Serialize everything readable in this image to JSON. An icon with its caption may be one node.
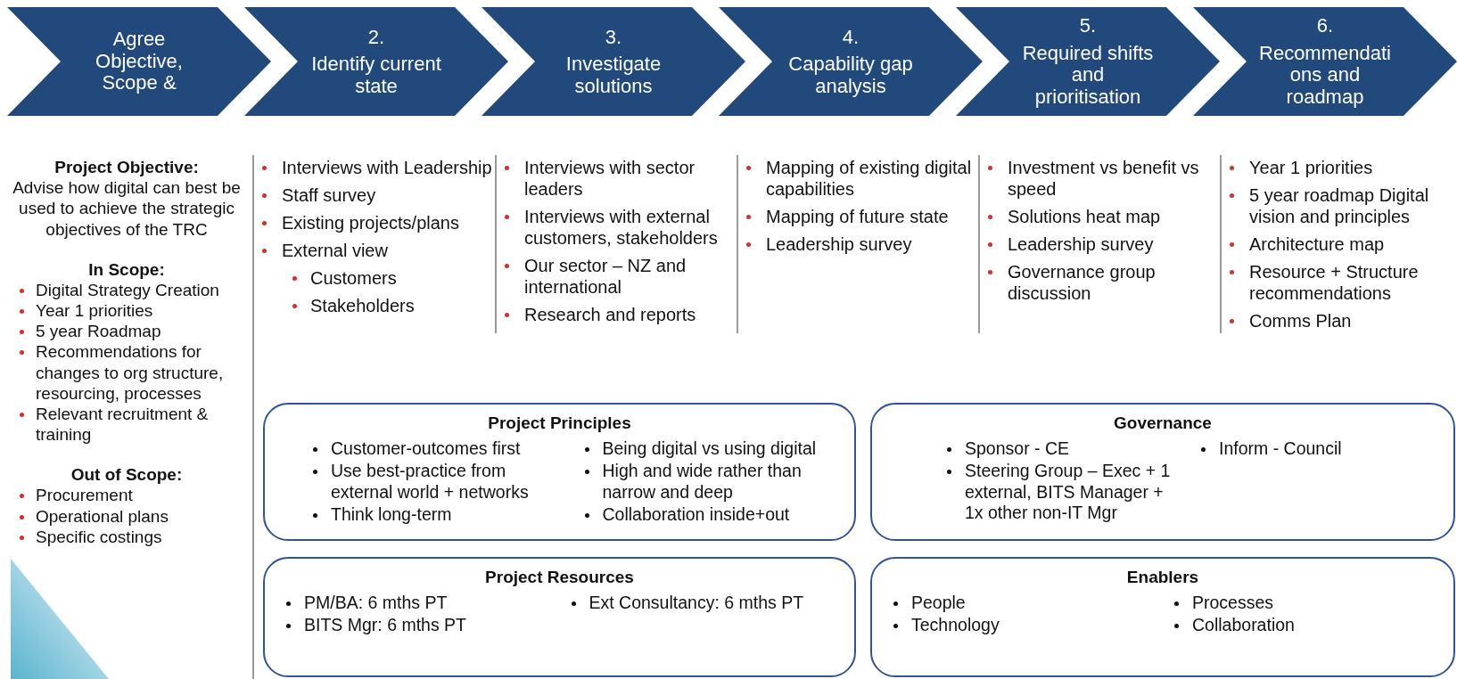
{
  "diagram": {
    "nodes": [
      {
        "text": [
          "Agree Objective, Scope &"
        ]
      },
      {
        "text": [
          "2.",
          "Identify current state"
        ],
        "beside": [
          "Interviews with Leadership",
          "Staff survey",
          "Existing projects/plans",
          "External view",
          "Customers",
          "Stakeholders"
        ]
      },
      {
        "text": [
          "3.",
          "Investigate solutions"
        ],
        "beside": [
          "Interviews with sector leaders",
          "Interviews with external customers, stakeholders",
          "Our sector – NZ and international",
          "Research and reports"
        ]
      },
      {
        "text": [
          "4.",
          "Capability gap analysis"
        ],
        "beside": [
          "Mapping of existing digital capabilities",
          "Mapping of future state",
          "Leadership survey"
        ]
      },
      {
        "text": [
          "5.",
          "Required shifts and prioritisation"
        ],
        "beside": [
          "Investment vs benefit vs speed",
          "Solutions heat map",
          "Leadership survey",
          "Governance group discussion"
        ]
      },
      {
        "text": [
          "6.",
          "Recommendations and roadmap"
        ],
        "beside": [
          "Year 1 priorities",
          "5 year roadmap Digital vision and principles",
          "Architecture map",
          "Resource + Structure recommendations",
          "Comms Plan"
        ]
      },
      {
        "text": [
          "Project Principles",
          "Customer-outcomes first",
          "Use best-practice from external world + networks",
          "Think long-term",
          "Being digital vs using digital",
          "High and wide rather than narrow and deep",
          "Collaboration inside+out"
        ]
      },
      {
        "text": [
          "Governance",
          "Sponsor - CE",
          "Steering Group – Exec + 1 external, BITS Manager + 1x other non-IT Mgr",
          "Inform - Council"
        ]
      },
      {
        "text": [
          "Project Resources",
          "PM/BA: 6 mths PT",
          "BITS Mgr: 6 mths PT",
          "Ext Consultancy: 6 mths PT"
        ]
      },
      {
        "text": [
          "Enablers",
          "People",
          "Technology",
          "Processes",
          "Collaboration"
        ]
      }
    ],
    "labels": [
      "Project Objective:",
      "Advise how digital can best be used to achieve the strategic objectives of the TRC",
      "In Scope:",
      "Digital Strategy Creation",
      "Year 1 priorities",
      "5 year Roadmap",
      "Recommendations for changes to org structure, resourcing, processes",
      "Relevant recruitment & training",
      "Out of Scope:",
      "Procurement",
      "Operational plans",
      "Specific costings"
    ]
  }
}
